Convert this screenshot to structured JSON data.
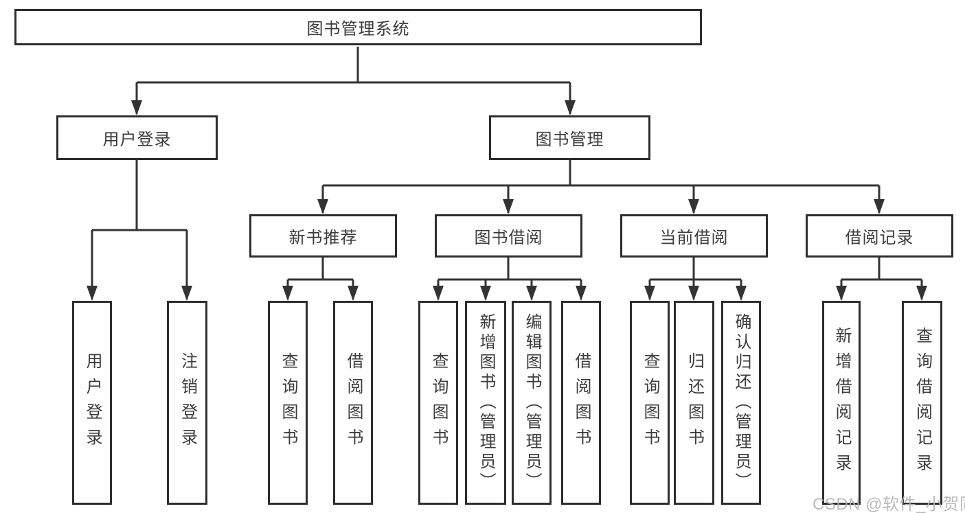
{
  "diagram": {
    "title": "图书管理系统",
    "type": "hierarchy-tree",
    "colors": {
      "line": "#333333",
      "box_border": "#2d2d2d",
      "text": "#3c3c3c",
      "background": "#ffffff",
      "watermark": "#b4b4b4"
    },
    "nodes": {
      "root": {
        "label": "图书管理系统"
      },
      "user_login": {
        "label": "用户登录"
      },
      "book_mgmt": {
        "label": "图书管理"
      },
      "new_book_rec": {
        "label": "新书推荐"
      },
      "book_borrow": {
        "label": "图书借阅"
      },
      "current_borrow": {
        "label": "当前借阅"
      },
      "borrow_record": {
        "label": "借阅记录"
      },
      "leaf_user_login": {
        "label": "用户登录"
      },
      "leaf_logout": {
        "label": "注销登录"
      },
      "leaf_nbr_query": {
        "label": "查询图书"
      },
      "leaf_nbr_borrow": {
        "label": "借阅图书"
      },
      "leaf_bb_query": {
        "label": "查询图书"
      },
      "leaf_bb_add": {
        "label": "新增图书（管理员）"
      },
      "leaf_bb_edit": {
        "label": "编辑图书（管理员）"
      },
      "leaf_bb_borrow": {
        "label": "借阅图书"
      },
      "leaf_cb_query": {
        "label": "查询图书"
      },
      "leaf_cb_return": {
        "label": "归还图书"
      },
      "leaf_cb_confirm": {
        "label": "确认归还（管理员）"
      },
      "leaf_br_add": {
        "label": "新增借阅记录"
      },
      "leaf_br_query": {
        "label": "查询借阅记录"
      }
    },
    "structure": {
      "root": [
        "user_login",
        "book_mgmt"
      ],
      "user_login": [
        "leaf_user_login",
        "leaf_logout"
      ],
      "book_mgmt": [
        "new_book_rec",
        "book_borrow",
        "current_borrow",
        "borrow_record"
      ],
      "new_book_rec": [
        "leaf_nbr_query",
        "leaf_nbr_borrow"
      ],
      "book_borrow": [
        "leaf_bb_query",
        "leaf_bb_add",
        "leaf_bb_edit",
        "leaf_bb_borrow"
      ],
      "current_borrow": [
        "leaf_cb_query",
        "leaf_cb_return",
        "leaf_cb_confirm"
      ],
      "borrow_record": [
        "leaf_br_add",
        "leaf_br_query"
      ]
    },
    "watermark": "CSDN @软件_小贺同学"
  }
}
